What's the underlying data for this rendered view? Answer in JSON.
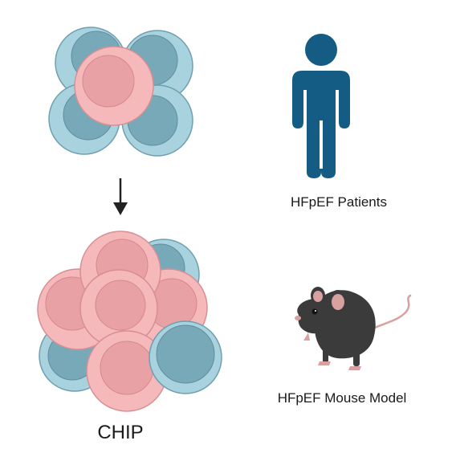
{
  "labels": {
    "patients": "HFpEF Patients",
    "mouse_model": "HFpEF Mouse Model",
    "chip": "CHIP"
  },
  "colors": {
    "blue_cell_outer": "#a8d3de",
    "blue_cell_outer_stroke": "#6f9fb0",
    "blue_cell_nucleus": "#78a9b9",
    "pink_cell_outer": "#f5b9bb",
    "pink_cell_outer_stroke": "#d88f94",
    "pink_cell_nucleus": "#e8a1a5",
    "person": "#145c83",
    "mouse_body": "#3b3b3b",
    "mouse_pink": "#d9a0a0",
    "arrow": "#222222"
  },
  "icons": {
    "cluster_top": "cell-cluster-icon",
    "cluster_bottom": "expanded-cell-cluster-icon",
    "arrow": "arrow-down-icon",
    "person": "person-icon",
    "mouse": "mouse-icon"
  }
}
